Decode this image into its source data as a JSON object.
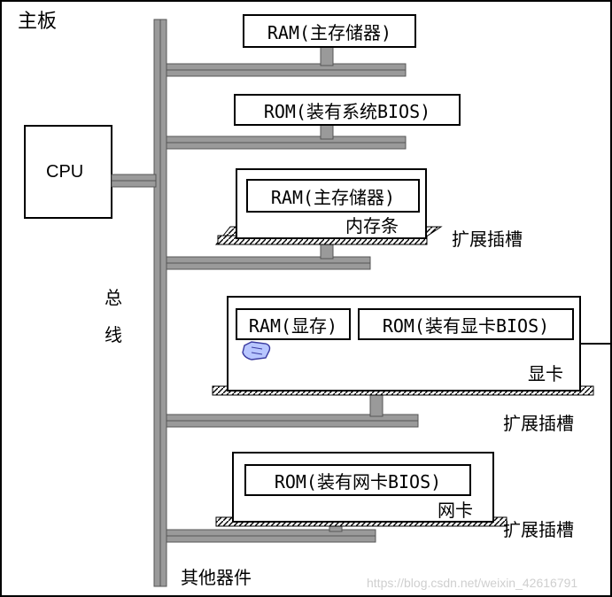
{
  "title": "主板",
  "bus_label_line1": "总",
  "bus_label_line2": "线",
  "cpu_label": "CPU",
  "ram_main": "RAM(主存储器)",
  "rom_bios": "ROM(装有系统BIOS)",
  "memory_module": {
    "chip": "RAM(主存储器)",
    "card_label": "内存条",
    "slot_label": "扩展插槽"
  },
  "graphics_card": {
    "chip_ram": "RAM(显存)",
    "chip_rom": "ROM(装有显卡BIOS)",
    "card_label": "显卡",
    "slot_label": "扩展插槽"
  },
  "network_card": {
    "chip_rom": "ROM(装有网卡BIOS)",
    "card_label": "网卡",
    "slot_label": "扩展插槽"
  },
  "other_devices": "其他器件",
  "watermark": "https://blog.csdn.net/weixin_42616791",
  "colors": {
    "bus_fill": "#8c8c8c",
    "bus_line": "#555555",
    "outline": "#000000",
    "slot_hatch": "#000000"
  }
}
